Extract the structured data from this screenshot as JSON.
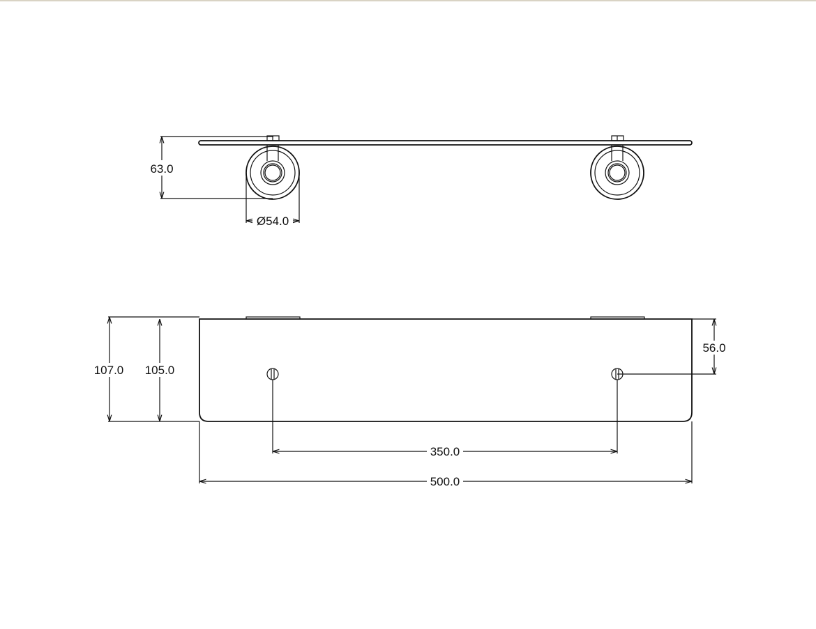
{
  "drawing": {
    "top_view": {
      "height_dim": "63.0",
      "diameter_dim": "Ø54.0"
    },
    "front_view": {
      "overall_depth_dim": "107.0",
      "shelf_depth_dim": "105.0",
      "hole_offset_dim": "56.0",
      "hole_spacing_dim": "350.0",
      "overall_length_dim": "500.0"
    }
  }
}
